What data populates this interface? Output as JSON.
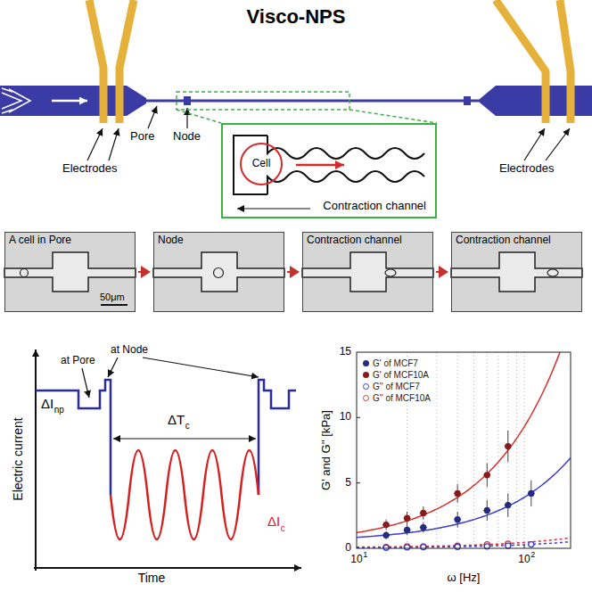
{
  "diagram": {
    "title": "Visco-NPS",
    "nodes": [
      {
        "text": [
          "Contraction channel"
        ]
      },
      {
        "text": [
          "Cell"
        ],
        "in": 0
      },
      {
        "text": [
          "A cell in Pore"
        ]
      },
      {
        "text": [
          "Node"
        ]
      },
      {
        "text": [
          "Contraction channel"
        ]
      },
      {
        "text": [
          "Contraction channel"
        ]
      }
    ],
    "edges": [
      {
        "from": 2,
        "to": 3,
        "arrow": "to"
      },
      {
        "from": 3,
        "to": 4,
        "arrow": "to"
      },
      {
        "from": 4,
        "to": 5,
        "arrow": "to"
      }
    ],
    "labels": [
      "Electrodes",
      "Pore",
      "Node",
      "Electrodes",
      "50μm",
      "Electric current",
      "Time",
      "ΔI",
      "np",
      "at Pore",
      "at Node",
      "ΔT",
      "c",
      "ΔI",
      "c",
      "G' and G'' [kPa]",
      "ω [Hz]",
      "0",
      "5",
      "10",
      "15",
      "10",
      "1",
      "10",
      "2"
    ],
    "legend": [
      {
        "text": "G' of MCF7",
        "color": "#262b82"
      },
      {
        "text": "G' of MCF10A",
        "color": "#8b1b1b"
      },
      {
        "text": "G'' of MCF7"
      },
      {
        "text": "G'' of MCF10A"
      }
    ]
  }
}
